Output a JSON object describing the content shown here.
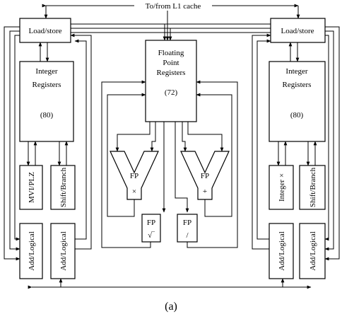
{
  "l1_cache_label": "To/from L1 cache",
  "left_cluster": {
    "load_store": "Load/store",
    "registers": [
      "Integer",
      "Registers",
      "(80)"
    ],
    "unit_a": "MVI/PLZ",
    "unit_b": "Shift/Branch",
    "alu_a": "Add/Logical",
    "alu_b": "Add/Logical"
  },
  "right_cluster": {
    "load_store": "Load/store",
    "registers": [
      "Integer",
      "Registers",
      "(80)"
    ],
    "unit_a": "Integer ×",
    "unit_b": "Shift/Branch",
    "alu_a": "Add/Logical",
    "alu_b": "Add/Logical"
  },
  "fp_registers": [
    "Floating",
    "Point",
    "Registers",
    "(72)"
  ],
  "fp_multiplier": [
    "FP",
    "×"
  ],
  "fp_adder": [
    "FP",
    "+"
  ],
  "fp_sqrt": [
    "FP",
    "√‾"
  ],
  "fp_divide": [
    "FP",
    "/"
  ],
  "caption": "(a)"
}
